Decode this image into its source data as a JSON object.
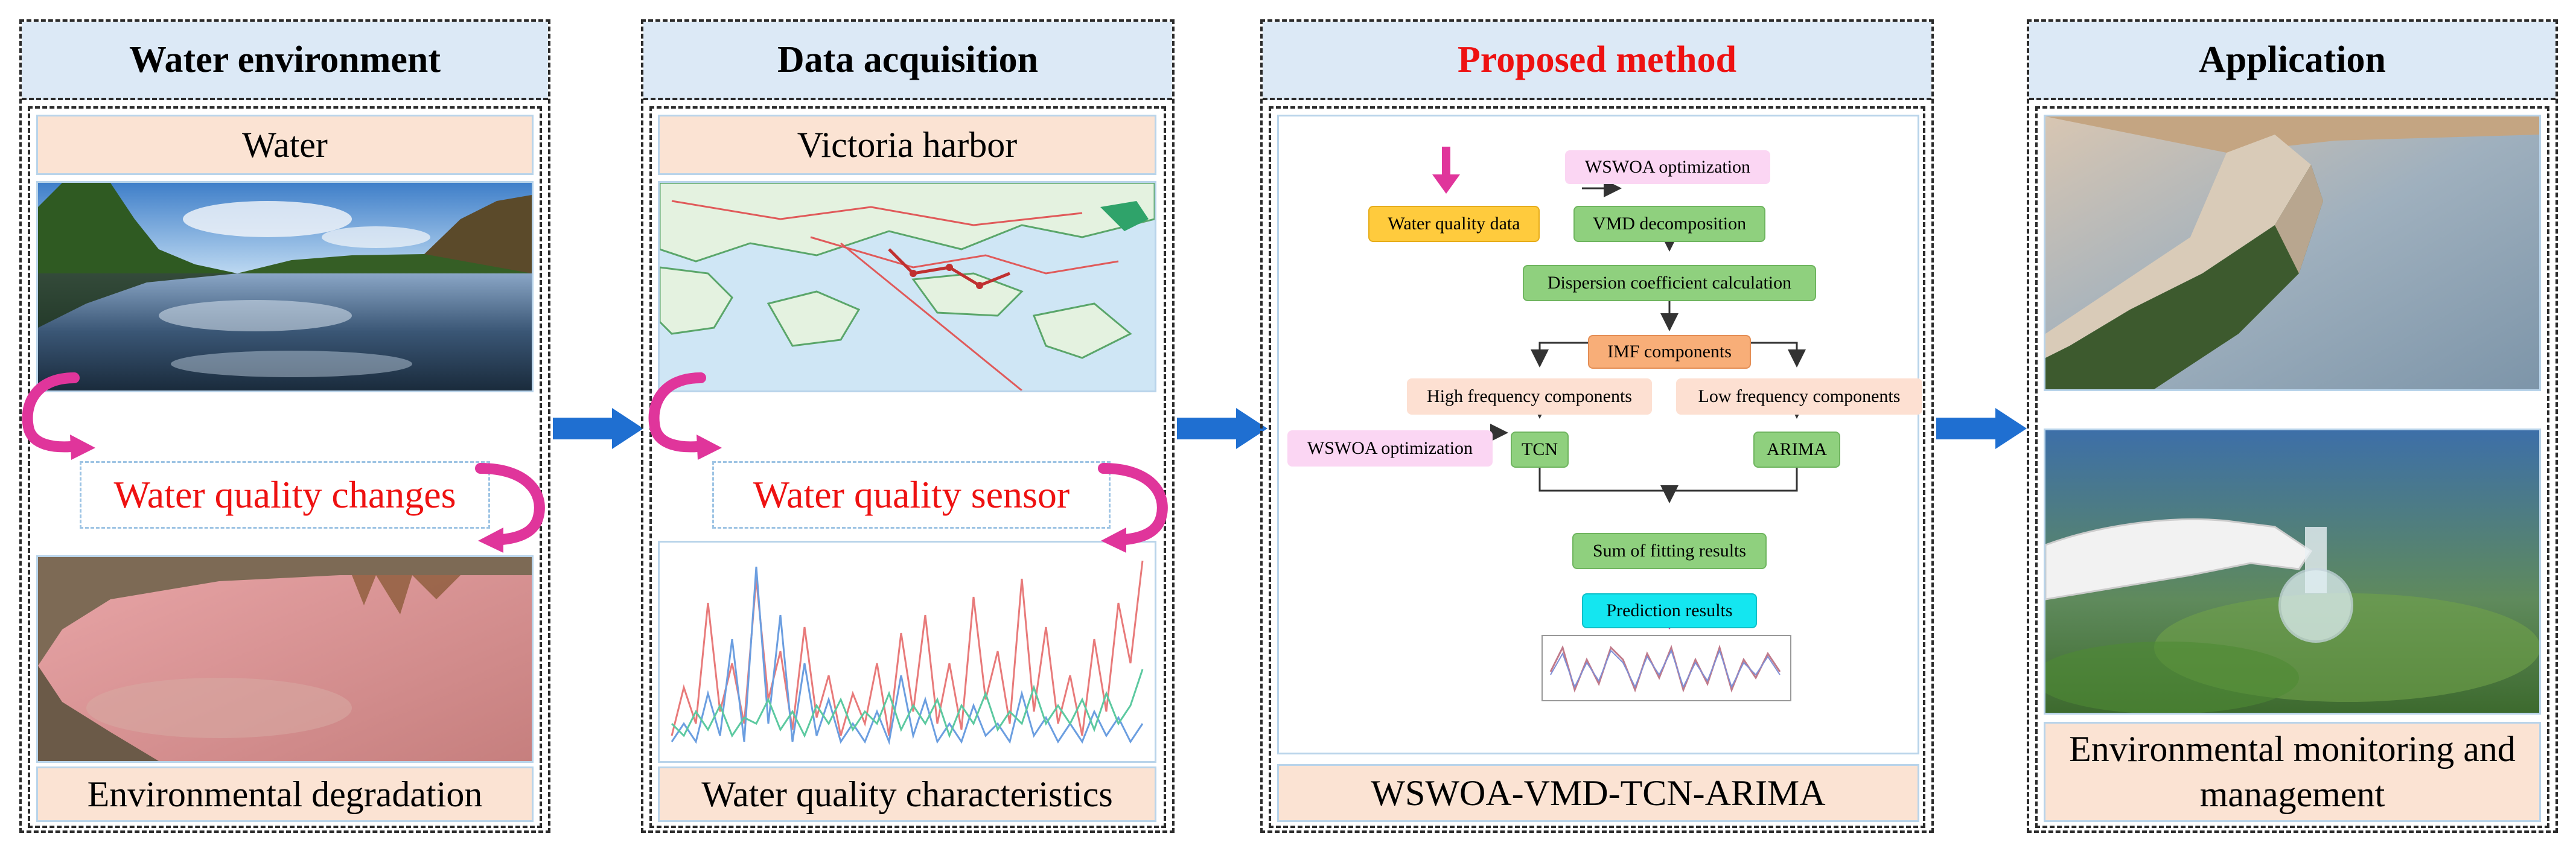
{
  "panels": {
    "environment": {
      "title": "Water environment",
      "top_label": "Water",
      "change_label": "Water quality changes",
      "bottom_label": "Environmental degradation"
    },
    "acquisition": {
      "title": "Data acquisition",
      "top_label": "Victoria harbor",
      "sensor_label": "Water quality sensor",
      "bottom_label": "Water quality characteristics"
    },
    "method": {
      "title": "Proposed method",
      "bottom_label": "WSWOA-VMD-TCN-ARIMA",
      "flow": {
        "wswoa_top": "WSWOA optimization",
        "water_quality_data": "Water quality data",
        "vmd": "VMD decomposition",
        "dispersion": "Dispersion coefficient calculation",
        "imf": "IMF components",
        "high_freq": "High frequency components",
        "low_freq": "Low frequency components",
        "wswoa_left": "WSWOA optimization",
        "tcn": "TCN",
        "arima": "ARIMA",
        "sum": "Sum of fitting results",
        "prediction": "Prediction results"
      }
    },
    "application": {
      "title": "Application",
      "bottom_label": "Environmental monitoring and management"
    }
  },
  "colors": {
    "panel_header": "#dce9f6",
    "label_bg": "#fbe3d3",
    "arrow_blue": "#1f6fd1",
    "curve_magenta": "#e0359b",
    "highlight_red": "#ee1111"
  },
  "icons": [
    "right-arrow-icon",
    "curved-arrow-icon",
    "down-arrow-icon"
  ]
}
